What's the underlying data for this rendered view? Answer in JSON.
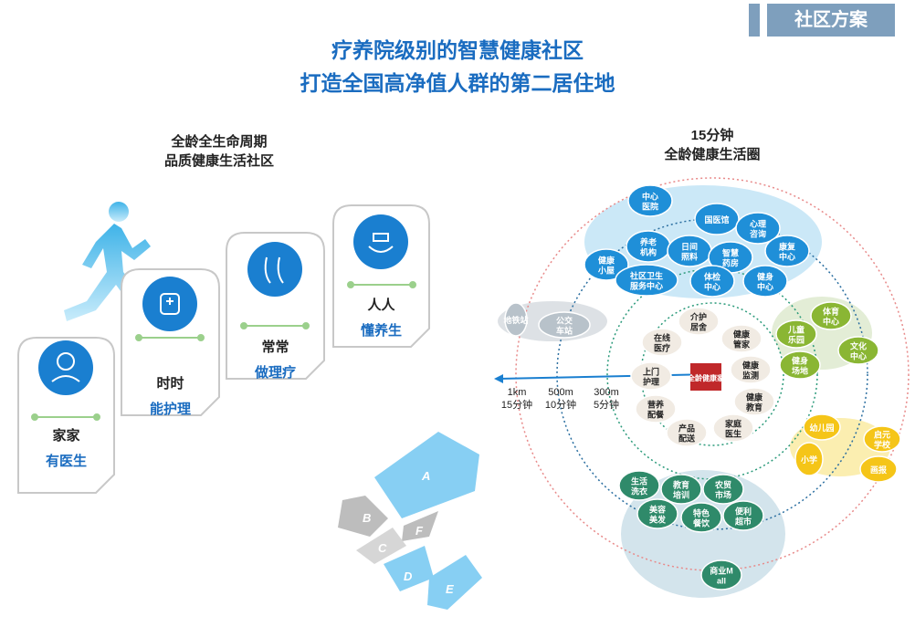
{
  "header": {
    "tag": "社区方案",
    "title_line1": "疗养院级别的智慧健康社区",
    "title_line2": "打造全国高净值人群的第二居住地"
  },
  "left_section": {
    "subtitle_line1": "全龄全生命周期",
    "subtitle_line2": "品质健康生活社区",
    "cards": [
      {
        "top": "家家",
        "bottom": "有医生",
        "icon": "doctor-icon"
      },
      {
        "top": "时时",
        "bottom": "能护理",
        "icon": "nurse-icon"
      },
      {
        "top": "常常",
        "bottom": "做理疗",
        "icon": "feet-icon"
      },
      {
        "top": "人人",
        "bottom": "懂养生",
        "icon": "hand-care-icon"
      }
    ],
    "zones": [
      "A",
      "B",
      "C",
      "D",
      "E",
      "F"
    ]
  },
  "right_section": {
    "subtitle_line1": "15分钟",
    "subtitle_line2": "全龄健康生活圈",
    "rings": [
      {
        "dist": "1km",
        "time": "15分钟"
      },
      {
        "dist": "500m",
        "time": "10分钟"
      },
      {
        "dist": "300m",
        "time": "5分钟"
      }
    ],
    "center": "全龄健康家",
    "inner_services": [
      "介护居舍",
      "健康管家",
      "健康监测",
      "健康教育",
      "家庭医生",
      "产品配送",
      "营养配餐",
      "上门护理",
      "在线医疗"
    ],
    "top_cluster": [
      "中心医院",
      "国医馆",
      "心理咨询",
      "养老机构",
      "日间照料",
      "智慧药房",
      "康复中心",
      "健康小屋",
      "社区卫生服务中心",
      "体检中心",
      "健身中心"
    ],
    "left_cluster": [
      "地铁站",
      "公交车站"
    ],
    "right_cluster": [
      "体育中心",
      "儿童乐园",
      "文化中心",
      "健身场地"
    ],
    "edu_cluster": [
      "幼儿园",
      "启元学校",
      "小学",
      "画报"
    ],
    "bottom_cluster": [
      "生活洗衣",
      "教育培训",
      "农贸市场",
      "美容美发",
      "特色餐饮",
      "便利超市",
      "商业Mall"
    ]
  },
  "colors": {
    "title_blue": "#1a6cc0",
    "blue_bubble": "#1f8fd8",
    "green_bubble": "#8ab634",
    "yellow_bubble": "#f5c518",
    "teal_bubble": "#2f8a6a",
    "center_red": "#c0282a"
  }
}
